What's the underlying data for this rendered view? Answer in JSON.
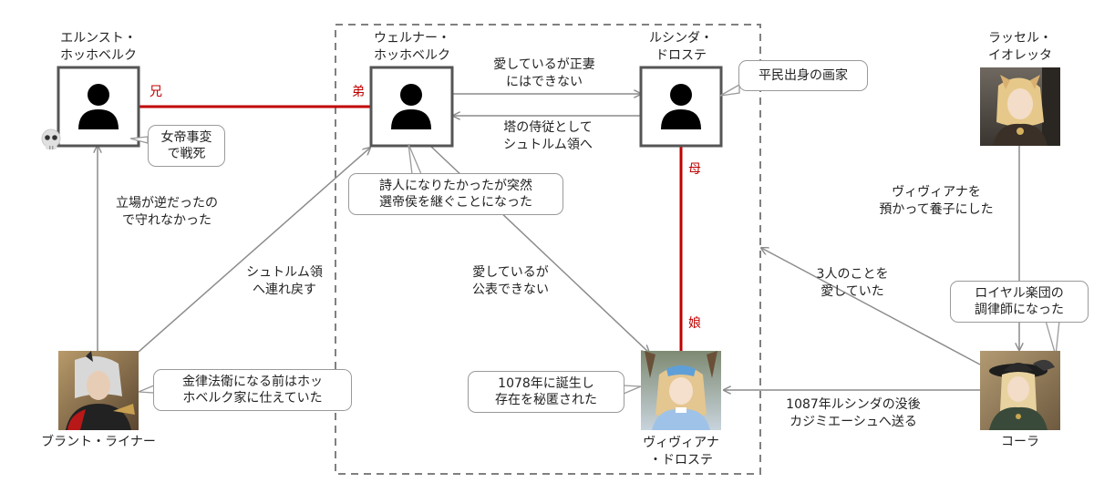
{
  "nodes": {
    "ernst": {
      "name_line1": "エルンスト・",
      "name_line2": "ホッホベルク"
    },
    "werner": {
      "name_line1": "ウェルナー・",
      "name_line2": "ホッホベルク"
    },
    "lucinda": {
      "name_line1": "ルシンダ・",
      "name_line2": "ドロステ"
    },
    "russell": {
      "name_line1": "ラッセル・",
      "name_line2": "イオレッタ"
    },
    "brandt": {
      "name": "ブラント・ライナー"
    },
    "viviana": {
      "name_line1": "ヴィヴィアナ",
      "name_line2": "・ドロステ"
    },
    "cora": {
      "name": "コーラ"
    }
  },
  "relations": {
    "ernst_brother": "兄",
    "werner_younger_brother": "弟",
    "lucinda_mother": "母",
    "viviana_daughter": "娘"
  },
  "edge_labels": {
    "werner_to_lucinda_1": "愛しているが正妻",
    "werner_to_lucinda_2": "にはできない",
    "lucinda_to_werner_1": "塔の侍従として",
    "lucinda_to_werner_2": "シュトルム領へ",
    "brandt_to_ernst_1": "立場が逆だったの",
    "brandt_to_ernst_2": "で守れなかった",
    "brandt_to_werner_1": "シュトルム領",
    "brandt_to_werner_2": "へ連れ戻す",
    "werner_to_viviana_1": "愛しているが",
    "werner_to_viviana_2": "公表できない",
    "russell_to_cora_1": "ヴィヴィアナを",
    "russell_to_cora_2": "預かって養子にした",
    "cora_to_group_1": "3人のことを",
    "cora_to_group_2": "愛していた",
    "cora_to_viviana_1": "1087年ルシンダの没後",
    "cora_to_viviana_2": "カジミエーシュへ送る"
  },
  "notes": {
    "ernst_1": "女帝事変",
    "ernst_2": "で戦死",
    "werner_1": "詩人になりたかったが突然",
    "werner_2": "選帝侯を継ぐことになった",
    "lucinda": "平民出身の画家",
    "brandt_1": "金律法衛になる前はホッ",
    "brandt_2": "ホベルク家に仕えていた",
    "viviana_1": "1078年に誕生し",
    "viviana_2": "存在を秘匿された",
    "cora_1": "ロイヤル楽団の",
    "cora_2": "調律師になった"
  },
  "colors": {
    "family_line": "#c00000",
    "arrow": "#8c8c8c",
    "box_border": "#555555",
    "group_border": "#808080",
    "bubble_border": "#9a9a9a"
  },
  "icons": {
    "placeholder": "person-silhouette-icon",
    "death": "skull-icon"
  }
}
